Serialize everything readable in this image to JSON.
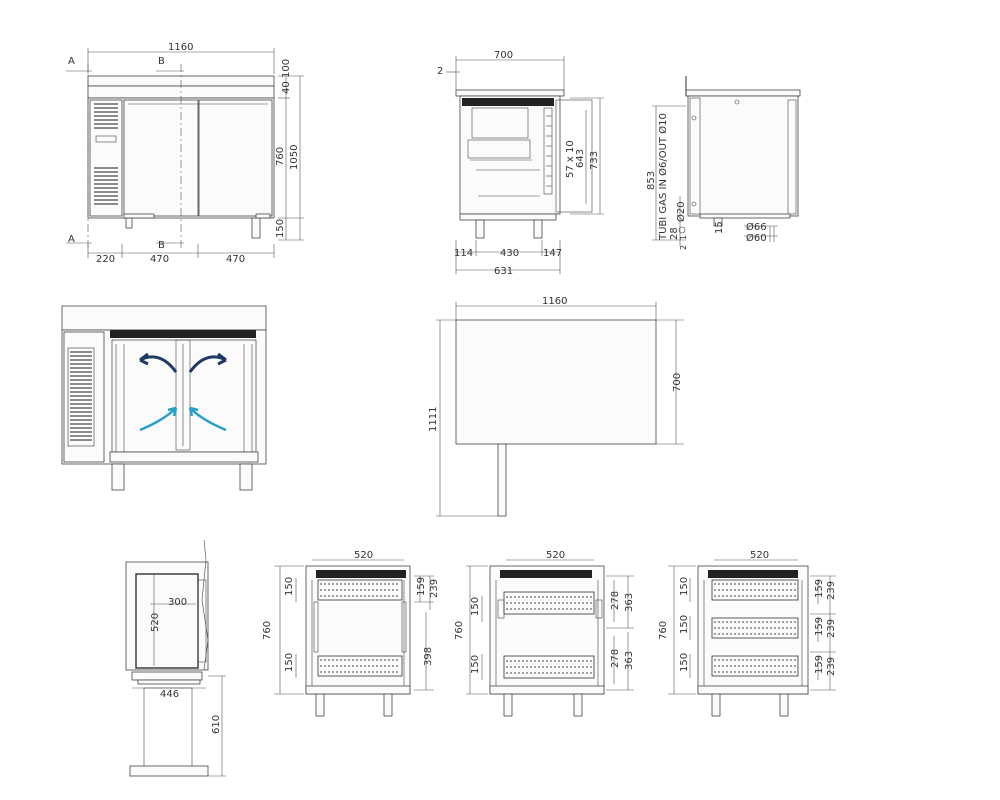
{
  "front_view": {
    "width": "1160",
    "section_a": "A",
    "section_b": "B",
    "top_40": "40",
    "top_100": "100",
    "height_760": "760",
    "height_1050": "1050",
    "leg_150": "150",
    "bottom_220": "220",
    "bottom_470_a": "470",
    "bottom_470_b": "470"
  },
  "side_view": {
    "depth_700": "700",
    "offset_2": "2",
    "rail_57x10": "57 x 10",
    "height_643": "643",
    "height_733": "733",
    "bottom_114": "114",
    "bottom_430": "430",
    "bottom_147": "147",
    "bottom_631": "631"
  },
  "rear_view": {
    "height_853": "853",
    "pipe_label": "TUBI GAS IN Ø6/OUT Ø10",
    "d20": "Ø20",
    "v28": "28",
    "v1": "1",
    "v2": "2",
    "v15": "15",
    "d66": "Ø66",
    "d60": "Ø60"
  },
  "top_view": {
    "width_1160": "1160",
    "depth_700": "700",
    "height_1111": "1111"
  },
  "gn_pan": {
    "h520": "520",
    "w300": "300",
    "w446": "446",
    "h610": "610"
  },
  "config_1": {
    "w520": "520",
    "h760": "760",
    "s150a": "150",
    "s150b": "150",
    "d159": "159",
    "d239": "239",
    "d398": "398"
  },
  "config_2": {
    "w520": "520",
    "h760": "760",
    "s150a": "150",
    "s150b": "150",
    "d278a": "278",
    "d363a": "363",
    "d278b": "278",
    "d363b": "363"
  },
  "config_3": {
    "w520": "520",
    "h760": "760",
    "s150a": "150",
    "s150b": "150",
    "s150c": "150",
    "d159a": "159",
    "d239a": "239",
    "d159b": "159",
    "d239b": "239",
    "d159c": "159",
    "d239c": "239"
  },
  "colors": {
    "airflow_hot": "#1e3a63",
    "airflow_cold": "#2a9fc7"
  }
}
